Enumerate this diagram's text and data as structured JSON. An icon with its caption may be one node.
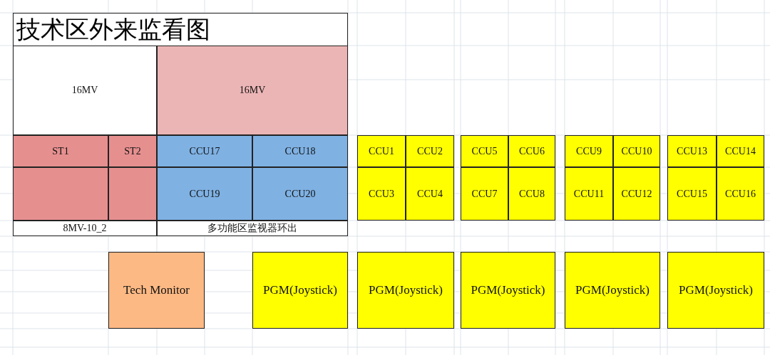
{
  "diagram": {
    "title": "技术区外来监看图",
    "nodes": [
      {
        "text": [
          "16MV"
        ]
      },
      {
        "text": [
          "16MV"
        ]
      },
      {
        "text": [
          "ST1"
        ]
      },
      {
        "text": [
          "ST2"
        ]
      },
      {
        "text": [
          "CCU17"
        ]
      },
      {
        "text": [
          "CCU18"
        ]
      },
      {
        "text": [
          "CCU1"
        ]
      },
      {
        "text": [
          "CCU2"
        ]
      },
      {
        "text": [
          "CCU5"
        ]
      },
      {
        "text": [
          "CCU6"
        ]
      },
      {
        "text": [
          "CCU9"
        ]
      },
      {
        "text": [
          "CCU10"
        ]
      },
      {
        "text": [
          "CCU13"
        ]
      },
      {
        "text": [
          "CCU14"
        ]
      },
      {
        "text": [],
        "shape": "box"
      },
      {
        "text": [],
        "shape": "box"
      },
      {
        "text": [
          "CCU19"
        ]
      },
      {
        "text": [
          "CCU20"
        ]
      },
      {
        "text": [
          "CCU3"
        ]
      },
      {
        "text": [
          "CCU4"
        ]
      },
      {
        "text": [
          "CCU7"
        ]
      },
      {
        "text": [
          "CCU8"
        ]
      },
      {
        "text": [
          "CCU11"
        ]
      },
      {
        "text": [
          "CCU12"
        ]
      },
      {
        "text": [
          "CCU15"
        ]
      },
      {
        "text": [
          "CCU16"
        ]
      },
      {
        "text": [
          "8MV-10_2"
        ]
      },
      {
        "text": [
          "多功能区监视器环出"
        ]
      },
      {
        "text": [
          "Tech Monitor"
        ]
      },
      {
        "text": [
          "PGM(Joystick)"
        ]
      },
      {
        "text": [
          "PGM(Joystick)"
        ]
      },
      {
        "text": [
          "PGM(Joystick)"
        ]
      },
      {
        "text": [
          "PGM(Joystick)"
        ]
      },
      {
        "text": [
          "PGM(Joystick)"
        ]
      }
    ]
  }
}
